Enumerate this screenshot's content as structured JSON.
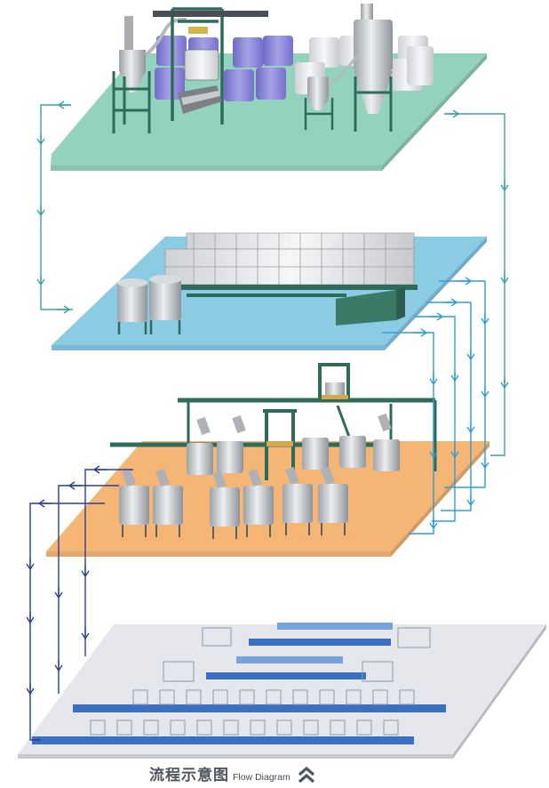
{
  "caption": {
    "title_cn": "流程示意图",
    "title_en": "Flow Diagram",
    "icon": "double-chevron-up-icon"
  },
  "levels": [
    {
      "name": "raw-material-feeding",
      "floor_color": "#93d3bd"
    },
    {
      "name": "storage-tank-line",
      "floor_color": "#8ccbe4"
    },
    {
      "name": "mixing-tank-floor",
      "floor_color": "#f5b675"
    },
    {
      "name": "filling-packaging-lines",
      "floor_color": "#e6e7ec"
    }
  ],
  "colors": {
    "teal_arrow": "#3aa3a0",
    "blue_arrow": "#2e9fd6",
    "navy_arrow": "#2b3f94",
    "frame_green": "#2f6b5b",
    "tank_steel": "#c9ccd0",
    "big_bag_purple": "#8a86d6",
    "bag_white": "#e6e7ea",
    "conveyor_blue": "#3a6fc2"
  }
}
